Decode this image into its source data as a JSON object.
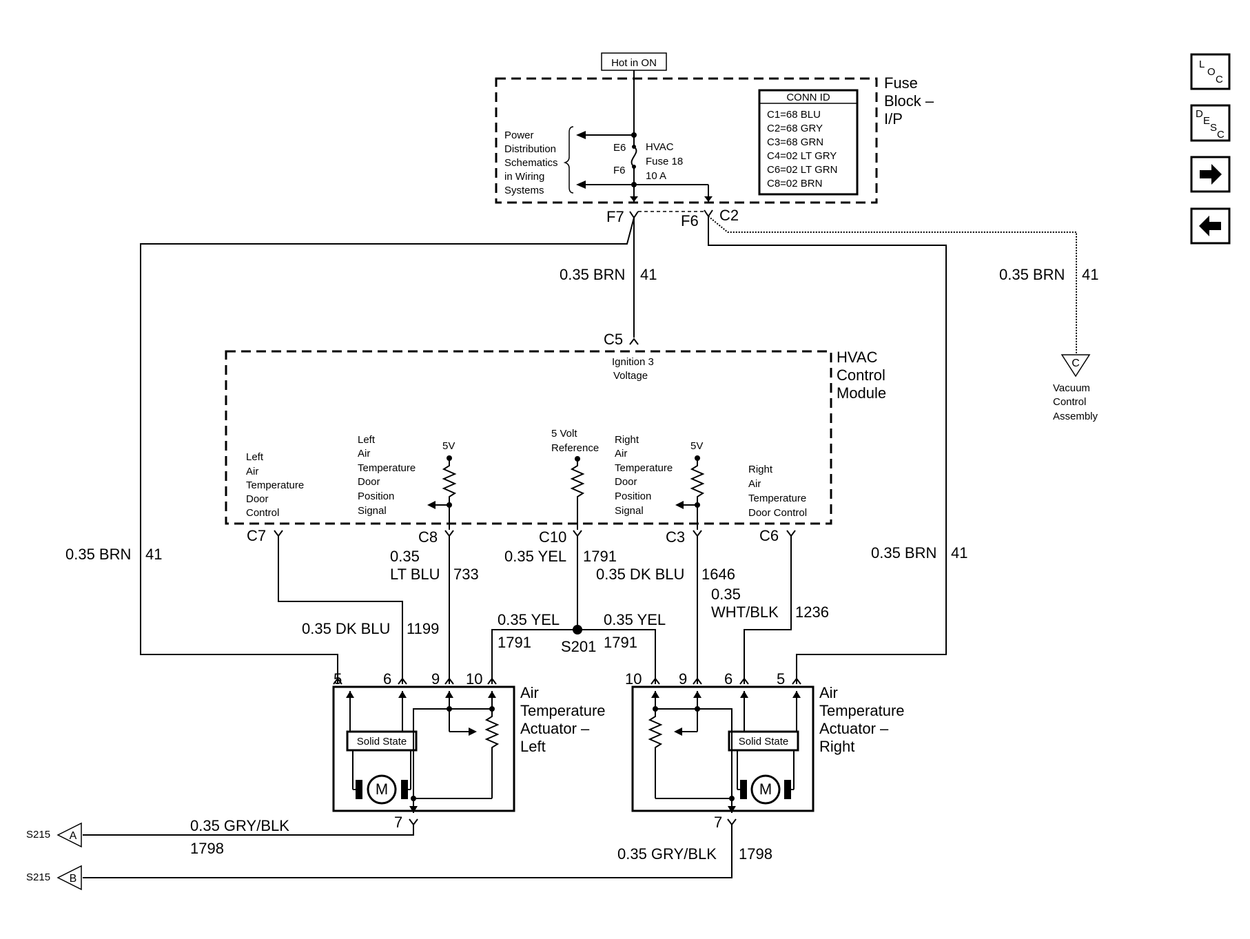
{
  "hot_in_on": "Hot in ON",
  "fuse_block": {
    "title_lines": [
      "Fuse",
      "Block –",
      "I/P"
    ],
    "power_dist_lines": [
      "Power",
      "Distribution",
      "Schematics",
      "in Wiring",
      "Systems"
    ],
    "fuse_pin_in": "E6",
    "fuse_pin_out": "F6",
    "fuse_label_lines": [
      "HVAC",
      "Fuse 18",
      "10 A"
    ],
    "conn_id": {
      "title": "CONN ID",
      "rows": [
        "C1=68 BLU",
        "C2=68 GRY",
        "C3=68 GRN",
        "C4=02 LT GRY",
        "C6=02 LT GRN",
        "C8=02 BRN"
      ]
    },
    "out_pin_left": "F7",
    "out_pin_right": "F6",
    "out_conn": "C2"
  },
  "wires": {
    "center_brn": "0.35 BRN",
    "center_brn_num": "41",
    "right_brn_vac": "0.35 BRN",
    "right_brn_vac_num": "41",
    "left_outer_brn": "0.35 BRN",
    "left_outer_brn_num": "41",
    "right_outer_brn": "0.35 BRN",
    "right_outer_brn_num": "41",
    "c7_wire": "0.35 DK BLU",
    "c7_wire_num": "1199",
    "c8_wire_lines": [
      "0.35",
      "LT BLU"
    ],
    "c8_wire_num": "733",
    "c10_wire": "0.35 YEL",
    "c10_wire_num": "1791",
    "c3_wire": "0.35 DK BLU",
    "c3_wire_num": "1646",
    "c6_wire_lines": [
      "0.35",
      "WHT/BLK"
    ],
    "c6_wire_num": "1236",
    "splice_left": "0.35 YEL",
    "splice_left_num": "1791",
    "splice_right": "0.35 YEL",
    "splice_right_num": "1791",
    "splice_name": "S201",
    "ground_left": "0.35 GRY/BLK",
    "ground_left_num": "1798",
    "ground_right": "0.35 GRY/BLK",
    "ground_right_num": "1798"
  },
  "hvac_module": {
    "title_lines": [
      "HVAC",
      "Control",
      "Module"
    ],
    "c5_pin": "C5",
    "c5_label_lines": [
      "Ignition 3",
      "Voltage"
    ],
    "left_door_control_lines": [
      "Left",
      "Air",
      "Temperature",
      "Door",
      "Control"
    ],
    "left_position_lines": [
      "Left",
      "Air",
      "Temperature",
      "Door",
      "Position",
      "Signal"
    ],
    "five_volt_ref_lines": [
      "5 Volt",
      "Reference"
    ],
    "right_position_lines": [
      "Right",
      "Air",
      "Temperature",
      "Door",
      "Position",
      "Signal"
    ],
    "right_door_control_lines": [
      "Right",
      "Air",
      "Temperature",
      "Door Control"
    ],
    "five_v": "5V",
    "pins": {
      "c7": "C7",
      "c8": "C8",
      "c10": "C10",
      "c3": "C3",
      "c6": "C6"
    }
  },
  "vacuum": {
    "connector_letter": "C",
    "label_lines": [
      "Vacuum",
      "Control",
      "Assembly"
    ]
  },
  "actuator_left": {
    "title_lines": [
      "Air",
      "Temperature",
      "Actuator –",
      "Left"
    ],
    "pins": [
      "5",
      "6",
      "9",
      "10"
    ],
    "ground_pin": "7",
    "solid_state": "Solid State",
    "motor": "M"
  },
  "actuator_right": {
    "title_lines": [
      "Air",
      "Temperature",
      "Actuator –",
      "Right"
    ],
    "pins": [
      "10",
      "9",
      "6",
      "5"
    ],
    "ground_pin": "7",
    "solid_state": "Solid State",
    "motor": "M"
  },
  "ground_refs": [
    {
      "splice": "S215",
      "letter": "A"
    },
    {
      "splice": "S215",
      "letter": "B"
    }
  ],
  "nav": {
    "loc_letters": [
      "L",
      "O",
      "C"
    ],
    "desc_letters": [
      "D",
      "E",
      "S",
      "C"
    ],
    "next_icon": "arrow-right-icon",
    "prev_icon": "arrow-left-icon"
  }
}
